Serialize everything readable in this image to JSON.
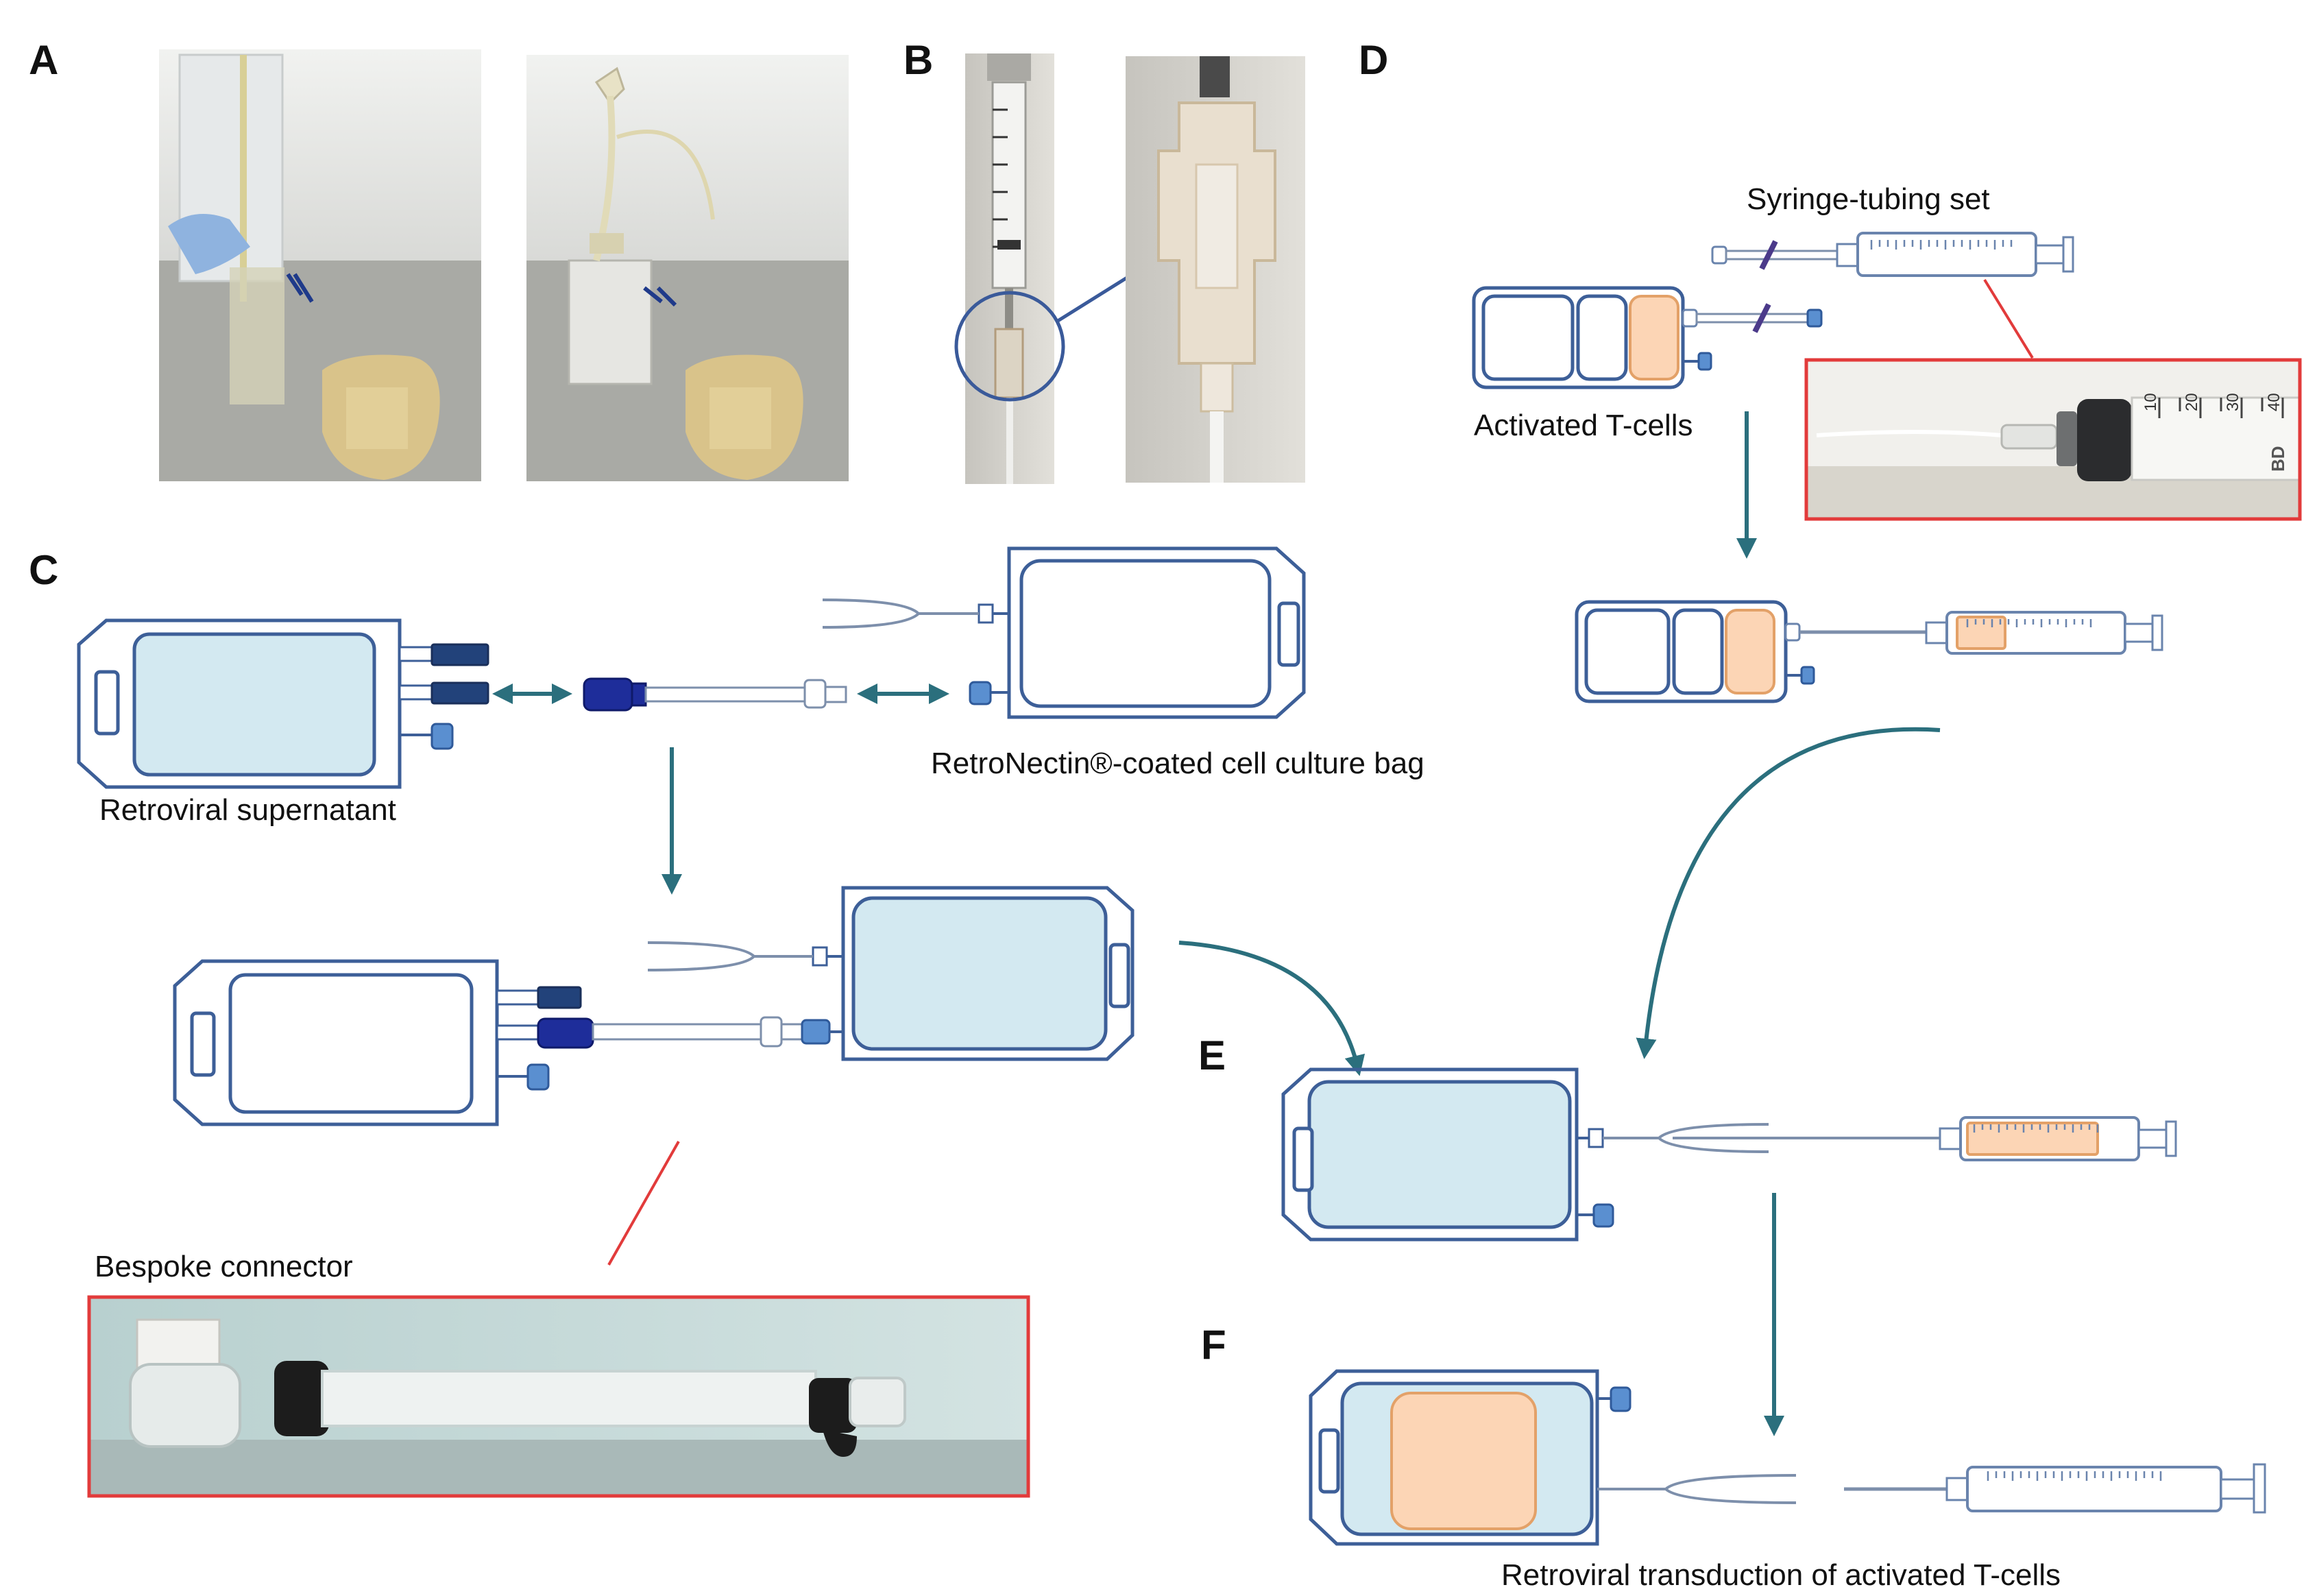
{
  "panels": {
    "a": "A",
    "b": "B",
    "c": "C",
    "d": "D",
    "e": "E",
    "f": "F"
  },
  "labels": {
    "syringe_tubing_set": "Syringe-tubing set",
    "activated_t_cells": "Activated T-cells",
    "retroviral_supernatant": "Retroviral supernatant",
    "retronectin_bag": "RetroNectin®-coated cell culture bag",
    "bespoke_connector": "Bespoke connector",
    "retroviral_transduction": "Retroviral transduction of activated T-cells"
  },
  "syringe_scale": {
    "ticks": [
      "10",
      "20",
      "30",
      "40"
    ],
    "brand": "BD"
  },
  "colors": {
    "arrow_teal": "#2b6f7d",
    "bag_outline": "#3d5f98",
    "fluid_blue": "#d3e9f1",
    "cells_peach": "#fcd5b5",
    "callout_red": "#e23b3b"
  }
}
